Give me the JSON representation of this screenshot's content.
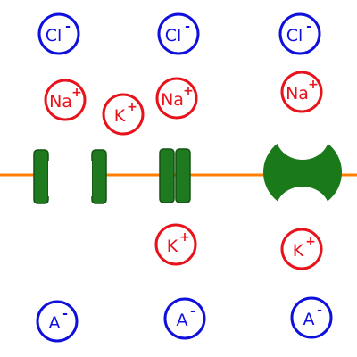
{
  "colors": {
    "background": "#ffffff",
    "membrane": "#ff8000",
    "channel_fill": "#1f7a1f",
    "channel_stroke": "#145214",
    "cation": "#e8121b",
    "anion": "#1010dd"
  },
  "ions": {
    "cl_1": {
      "symbol": "Cl",
      "charge": "-"
    },
    "cl_2": {
      "symbol": "Cl",
      "charge": "-"
    },
    "cl_3": {
      "symbol": "Cl",
      "charge": "-"
    },
    "na_1": {
      "symbol": "Na",
      "charge": "+"
    },
    "na_2": {
      "symbol": "Na",
      "charge": "+"
    },
    "na_3": {
      "symbol": "Na",
      "charge": "+"
    },
    "k_1": {
      "symbol": "K",
      "charge": "+"
    },
    "k_2": {
      "symbol": "K",
      "charge": "+"
    },
    "k_3": {
      "symbol": "K",
      "charge": "+"
    },
    "a_1": {
      "symbol": "A",
      "charge": "-"
    },
    "a_2": {
      "symbol": "A",
      "charge": "-"
    },
    "a_3": {
      "symbol": "A",
      "charge": "-"
    }
  }
}
